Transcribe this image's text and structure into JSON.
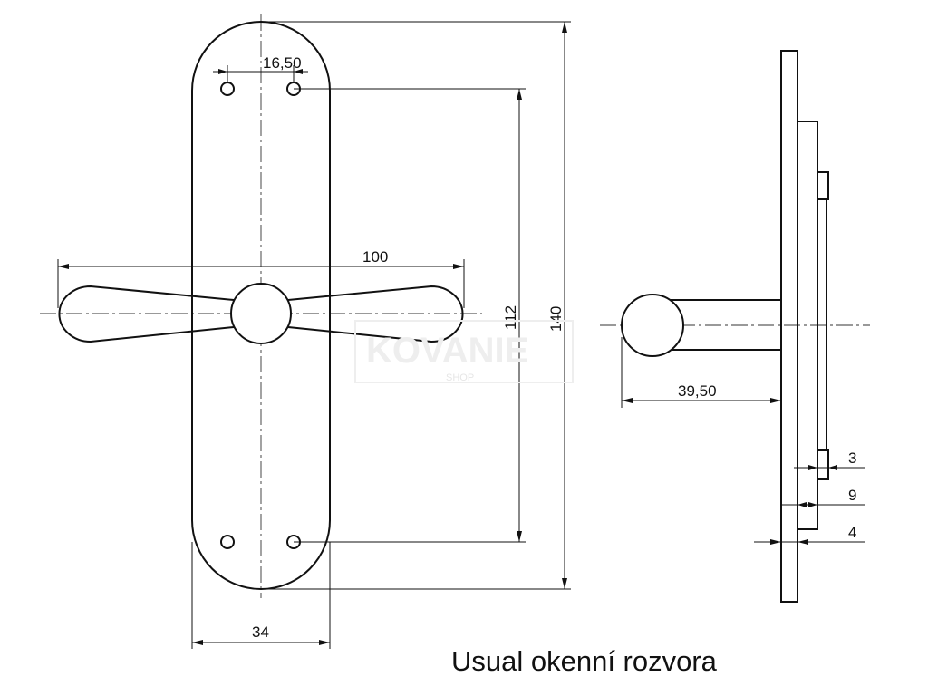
{
  "title": "Usual okenní rozvora",
  "watermark": {
    "brand": "KOVANIE",
    "sub": "SHOP"
  },
  "dimensions": {
    "hole_spacing": "16,50",
    "lever_length": "100",
    "hole_center_distance": "112",
    "plate_height": "140",
    "plate_width": "34",
    "handle_projection": "39,50",
    "dim_3": "3",
    "dim_9": "9",
    "dim_4": "4"
  }
}
